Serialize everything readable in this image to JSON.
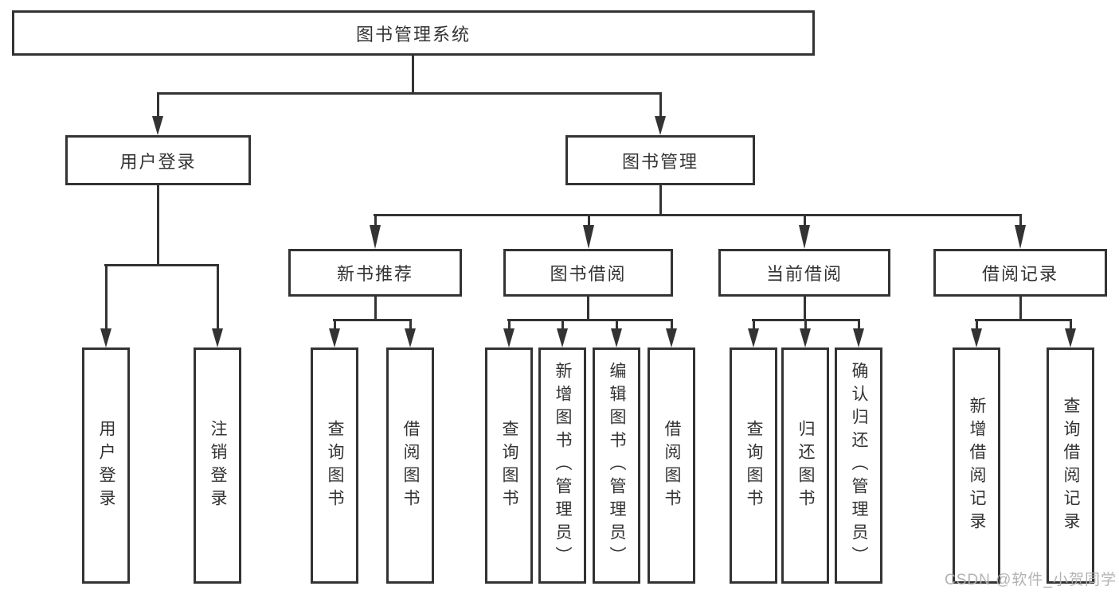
{
  "tree": {
    "label": "图书管理系统",
    "children": [
      {
        "label": "用户登录",
        "children": [
          {
            "label": "用户登录"
          },
          {
            "label": "注销登录"
          }
        ]
      },
      {
        "label": "图书管理",
        "children": [
          {
            "label": "新书推荐",
            "children": [
              {
                "label": "查询图书"
              },
              {
                "label": "借阅图书"
              }
            ]
          },
          {
            "label": "图书借阅",
            "children": [
              {
                "label": "查询图书"
              },
              {
                "label": "新增图书（管理员）"
              },
              {
                "label": "编辑图书（管理员）"
              },
              {
                "label": "借阅图书"
              }
            ]
          },
          {
            "label": "当前借阅",
            "children": [
              {
                "label": "查询图书"
              },
              {
                "label": "归还图书"
              },
              {
                "label": "确认归还（管理员）"
              }
            ]
          },
          {
            "label": "借阅记录",
            "children": [
              {
                "label": "新增借阅记录"
              },
              {
                "label": "查询借阅记录"
              }
            ]
          }
        ]
      }
    ]
  },
  "watermark": {
    "text": "CSDN @软件_小贺同学"
  },
  "colors": {
    "line": "#333333",
    "box_bg": "#ffffff",
    "watermark": "#afafaf"
  }
}
